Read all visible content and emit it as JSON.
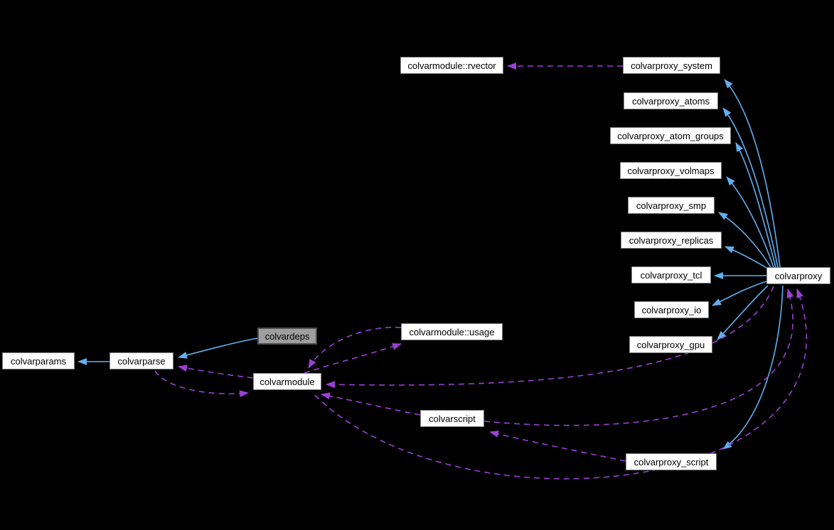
{
  "diagram_type": "doxygen-collaboration-graph",
  "colors": {
    "background": "#000000",
    "inheritance": "#61AFEF",
    "usage": "#9C3FD6",
    "box_bg": "#FFFFFF",
    "box_border": "#7F7F7F",
    "box_text": "#000000",
    "highlight_bg": "#9E9E9E",
    "highlight_border": "#4F4F4F"
  },
  "nodes": [
    {
      "id": "rvector",
      "label": "colvarmodule::rvector",
      "highlighted": false
    },
    {
      "id": "system",
      "label": "colvarproxy_system",
      "highlighted": false
    },
    {
      "id": "atoms",
      "label": "colvarproxy_atoms",
      "highlighted": false
    },
    {
      "id": "atom_groups",
      "label": "colvarproxy_atom_groups",
      "highlighted": false
    },
    {
      "id": "volmaps",
      "label": "colvarproxy_volmaps",
      "highlighted": false
    },
    {
      "id": "smp",
      "label": "colvarproxy_smp",
      "highlighted": false
    },
    {
      "id": "replicas",
      "label": "colvarproxy_replicas",
      "highlighted": false
    },
    {
      "id": "tcl",
      "label": "colvarproxy_tcl",
      "highlighted": false
    },
    {
      "id": "proxy",
      "label": "colvarproxy",
      "highlighted": false
    },
    {
      "id": "io",
      "label": "colvarproxy_io",
      "highlighted": false
    },
    {
      "id": "gpu",
      "label": "colvarproxy_gpu",
      "highlighted": false
    },
    {
      "id": "deps",
      "label": "colvardeps",
      "highlighted": true
    },
    {
      "id": "usage",
      "label": "colvarmodule::usage",
      "highlighted": false
    },
    {
      "id": "params",
      "label": "colvarparams",
      "highlighted": false
    },
    {
      "id": "parse",
      "label": "colvarparse",
      "highlighted": false
    },
    {
      "id": "module",
      "label": "colvarmodule",
      "highlighted": false
    },
    {
      "id": "script",
      "label": "colvarscript",
      "highlighted": false
    },
    {
      "id": "proxy_script",
      "label": "colvarproxy_script",
      "highlighted": false
    }
  ],
  "edges": [
    {
      "from": "colvardeps",
      "to": "colvarparse",
      "type": "inheritance"
    },
    {
      "from": "colvarparse",
      "to": "colvarparams",
      "type": "inheritance"
    },
    {
      "from": "colvarproxy",
      "to": "colvarproxy_system",
      "type": "inheritance"
    },
    {
      "from": "colvarproxy",
      "to": "colvarproxy_atoms",
      "type": "inheritance"
    },
    {
      "from": "colvarproxy",
      "to": "colvarproxy_atom_groups",
      "type": "inheritance"
    },
    {
      "from": "colvarproxy",
      "to": "colvarproxy_volmaps",
      "type": "inheritance"
    },
    {
      "from": "colvarproxy",
      "to": "colvarproxy_smp",
      "type": "inheritance"
    },
    {
      "from": "colvarproxy",
      "to": "colvarproxy_replicas",
      "type": "inheritance"
    },
    {
      "from": "colvarproxy",
      "to": "colvarproxy_tcl",
      "type": "inheritance"
    },
    {
      "from": "colvarproxy",
      "to": "colvarproxy_io",
      "type": "inheritance"
    },
    {
      "from": "colvarproxy",
      "to": "colvarproxy_gpu",
      "type": "inheritance"
    },
    {
      "from": "colvarproxy",
      "to": "colvarproxy_script",
      "type": "inheritance"
    },
    {
      "from": "colvarproxy_system",
      "to": "colvarmodule::rvector",
      "type": "usage"
    },
    {
      "from": "colvarmodule",
      "to": "colvarparse",
      "type": "usage"
    },
    {
      "from": "colvarparse",
      "to": "colvarmodule",
      "type": "usage"
    },
    {
      "from": "colvarmodule::usage",
      "to": "colvarmodule",
      "type": "usage"
    },
    {
      "from": "colvarmodule",
      "to": "colvarmodule::usage",
      "type": "usage"
    },
    {
      "from": "colvarproxy",
      "to": "colvarmodule",
      "type": "usage"
    },
    {
      "from": "colvarscript",
      "to": "colvarmodule",
      "type": "usage"
    },
    {
      "from": "colvarmodule",
      "to": "colvarproxy",
      "type": "usage"
    },
    {
      "from": "colvarscript",
      "to": "colvarproxy",
      "type": "usage"
    },
    {
      "from": "colvarproxy_script",
      "to": "colvarscript",
      "type": "usage"
    }
  ]
}
